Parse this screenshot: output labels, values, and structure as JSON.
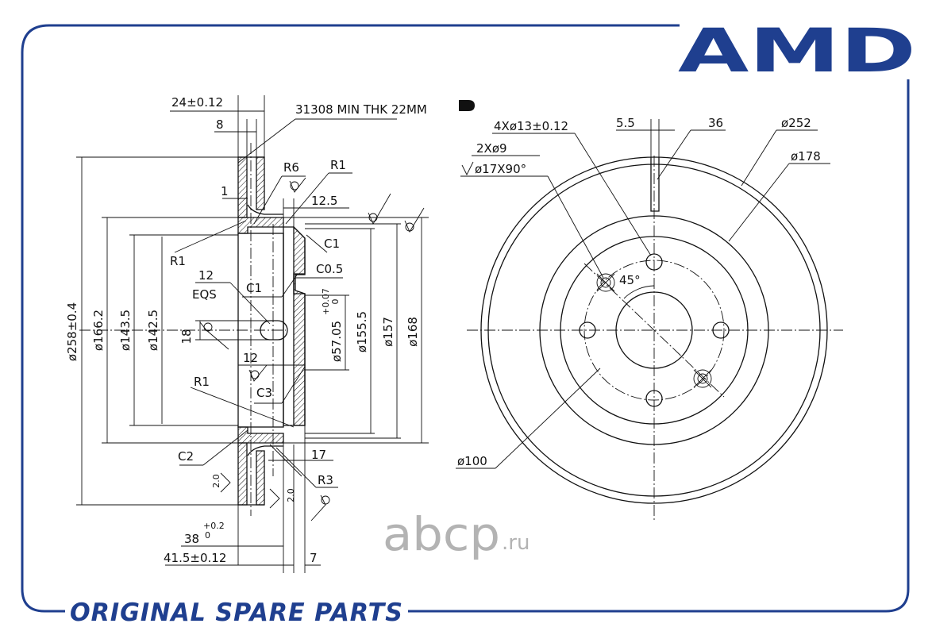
{
  "brand": {
    "logo_text": "AMD",
    "color": "#1f3f8f"
  },
  "footer": {
    "text": "ORIGINAL SPARE PARTS"
  },
  "watermark": {
    "main": "abcp",
    "suffix": ".ru",
    "color": "#b3b3b3"
  },
  "side_view": {
    "part_note": "31308 MIN THK 22MM",
    "thickness": "24±0.12",
    "width_8": "8",
    "dim_1": "1",
    "r6": "R6",
    "r1_top": "R1",
    "dim_12_5": "12.5",
    "c1_right": "C1",
    "c0_5": "C0.5",
    "r1_left": "R1",
    "dim_12_top": "12",
    "eqs": "EQS",
    "c1_mid": "C1",
    "dim_18": "18",
    "dim_12_bottom": "12",
    "r1_bottom": "R1",
    "c3": "C3",
    "c2": "C2",
    "dim_17": "17",
    "r3": "R3",
    "dim_2_0_left": "2.0",
    "dim_2_0_right": "2.0",
    "d258": "ø258±0.4",
    "d166": "ø166.2",
    "d143": "ø143.5",
    "d142": "ø142.5",
    "d57": "ø57.05",
    "d57_tol_upper": "+0.07",
    "d57_tol_lower": "0",
    "d155": "ø155.5",
    "d157": "ø157",
    "d168": "ø168",
    "dim_38": "38",
    "dim_38_tol_upper": "+0.2",
    "dim_38_tol_lower": "0",
    "dim_41": "41.5±0.12",
    "dim_7": "7"
  },
  "front_view": {
    "holes_4": "4Xø13±0.12",
    "holes_2": "2Xø9",
    "csk": "ø17X90°",
    "dim_5_5": "5.5",
    "dim_36": "36",
    "d252": "ø252",
    "d178": "ø178",
    "angle": "45°",
    "d100": "ø100"
  }
}
